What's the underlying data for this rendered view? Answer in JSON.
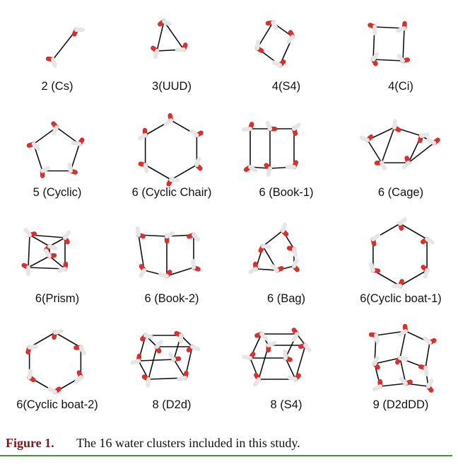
{
  "figure": {
    "clusters": [
      {
        "label": "2 (Cs)"
      },
      {
        "label": "3(UUD)"
      },
      {
        "label": "4(S4)"
      },
      {
        "label": "4(Ci)"
      },
      {
        "label": "5 (Cyclic)"
      },
      {
        "label": "6 (Cyclic Chair)"
      },
      {
        "label": "6 (Book-1)"
      },
      {
        "label": "6 (Cage)"
      },
      {
        "label": "6(Prism)"
      },
      {
        "label": "6 (Book-2)"
      },
      {
        "label": "6 (Bag)"
      },
      {
        "label": "6(Cyclic boat-1)"
      },
      {
        "label": "6(Cyclic boat-2)"
      },
      {
        "label": "8 (D2d)"
      },
      {
        "label": "8 (S4)"
      },
      {
        "label": "9 (D2dDD)"
      }
    ],
    "colors": {
      "oxygen": "#d8302a",
      "hydrogen": "#f2f2f2",
      "bond": "#111111"
    }
  },
  "caption": {
    "head": "Figure 1.",
    "text": "The 16 water clusters included in this study."
  }
}
